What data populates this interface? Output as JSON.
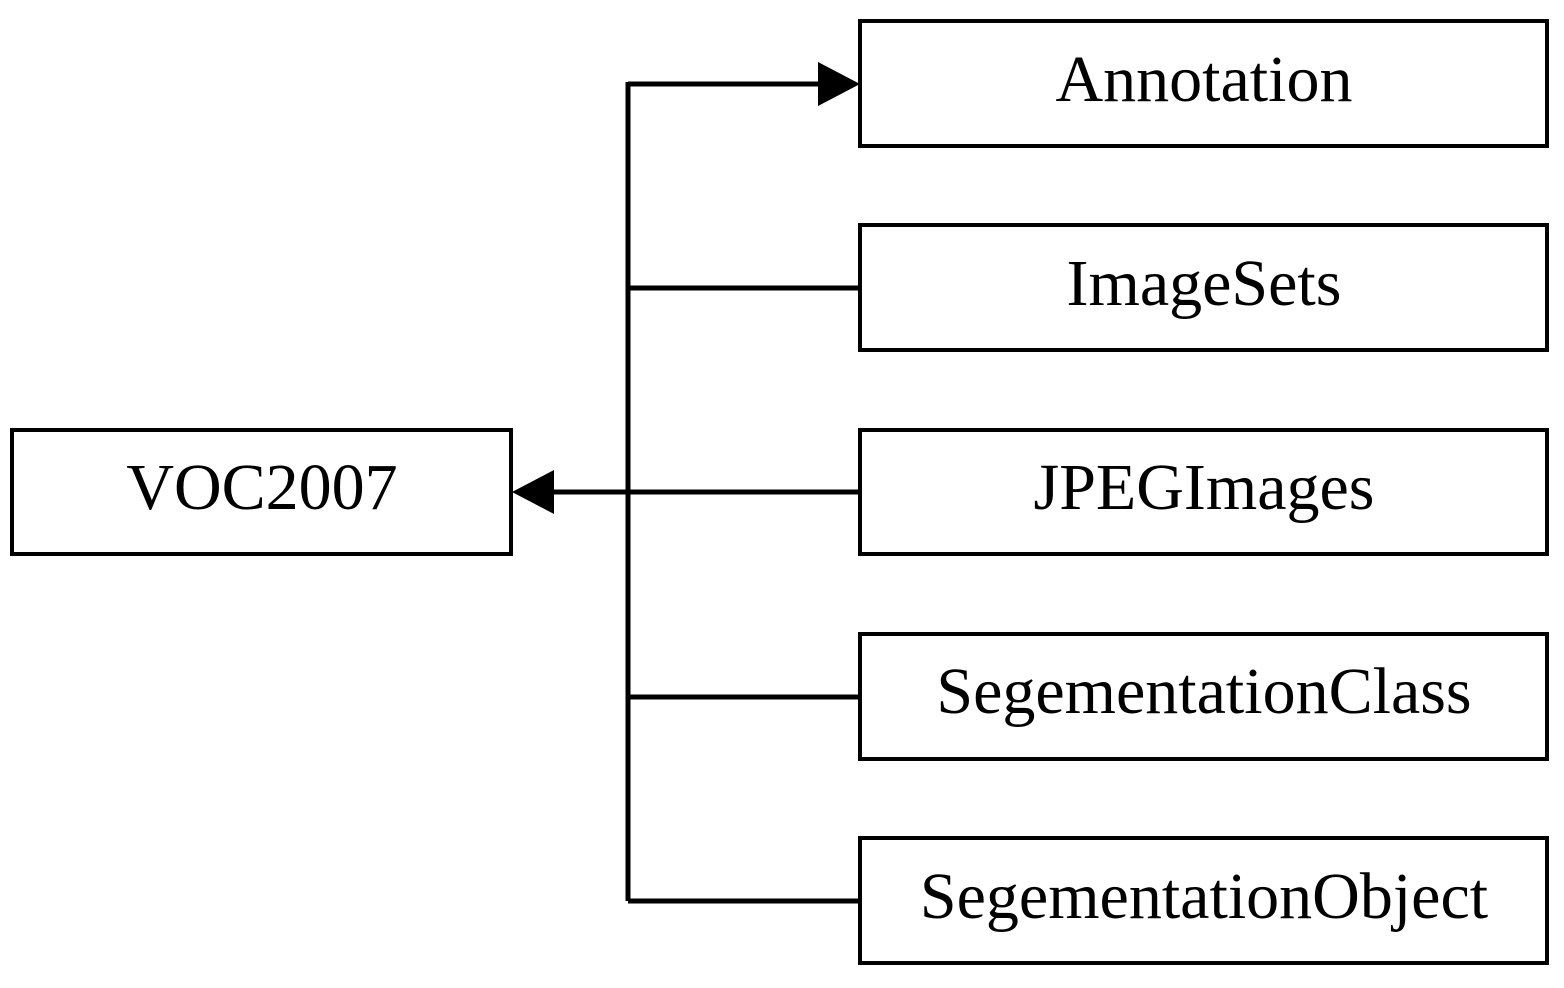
{
  "root": {
    "label": "VOC2007"
  },
  "children": [
    {
      "label": "Annotation"
    },
    {
      "label": "ImageSets"
    },
    {
      "label": "JPEGImages"
    },
    {
      "label": "SegementationClass"
    },
    {
      "label": "SegementationObject"
    }
  ],
  "colors": {
    "stroke": "#000000",
    "box_fill": "#ffffff",
    "text": "#000000"
  }
}
